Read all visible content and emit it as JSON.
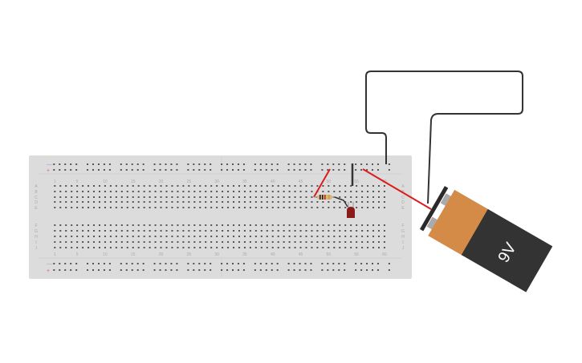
{
  "breadboard": {
    "columns": 60,
    "column_labels": [
      "1",
      "5",
      "10",
      "15",
      "20",
      "25",
      "30",
      "35",
      "40",
      "45",
      "50",
      "55",
      "60"
    ],
    "row_labels_top": [
      "A",
      "B",
      "C",
      "D",
      "E"
    ],
    "row_labels_bottom": [
      "F",
      "G",
      "H",
      "I",
      "J"
    ],
    "rail_minus": "—",
    "rail_plus": "+",
    "rail_minus_color": "#6fa8dc",
    "rail_plus_color": "#e06666"
  },
  "components": {
    "battery": {
      "label": "9V",
      "colors": {
        "cap": "#d38b47",
        "body": "#333333"
      }
    },
    "resistor": {
      "bands": [
        "#c98b2f",
        "#222222",
        "#cc2222",
        "#c9a33a"
      ]
    },
    "led": {
      "color": "#8b1a1a"
    },
    "wires": {
      "red": "#dd1c1c",
      "black": "#333333"
    }
  }
}
